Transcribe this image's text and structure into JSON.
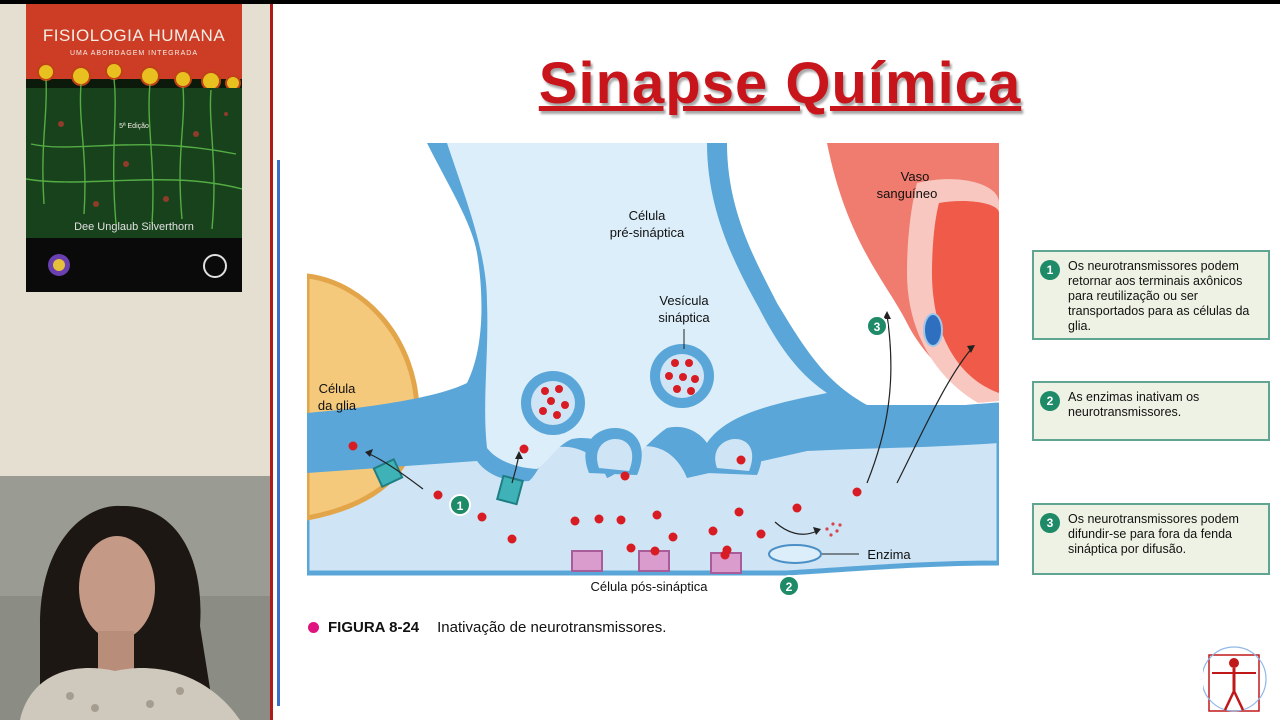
{
  "book": {
    "title": "FISIOLOGIA HUMANA",
    "subtitle": "UMA ABORDAGEM INTEGRADA",
    "edition": "5ª Edição",
    "author": "Dee Unglaub Silverthorn"
  },
  "slide": {
    "title": "Sinapse Química",
    "labels": {
      "presynaptic": [
        "Célula",
        "pré-sináptica"
      ],
      "vesicle": [
        "Vesícula",
        "sináptica"
      ],
      "glia": [
        "Célula",
        "da glia"
      ],
      "vessel": [
        "Vaso",
        "sanguíneo"
      ],
      "postsynaptic": "Célula pós-sináptica",
      "enzyme": "Enzima"
    },
    "markers": [
      "1",
      "2",
      "3"
    ],
    "callouts": [
      {
        "num": "1",
        "text": "Os neurotransmissores podem retornar aos terminais axônicos para reutilização ou ser transportados para as células da glia."
      },
      {
        "num": "2",
        "text": "As enzimas inativam os neurotransmissores."
      },
      {
        "num": "3",
        "text": "Os neurotransmissores podem difundir-se para fora da fenda sináptica por difusão."
      }
    ],
    "caption": {
      "figure": "FIGURA 8-24",
      "text": "Inativação de neurotransmissores."
    }
  },
  "colors": {
    "title_red": "#c8141b",
    "accent_green": "#1e8a68",
    "neurotransmitter": "#d81c24",
    "membrane_blue": "#5aa6d8"
  }
}
